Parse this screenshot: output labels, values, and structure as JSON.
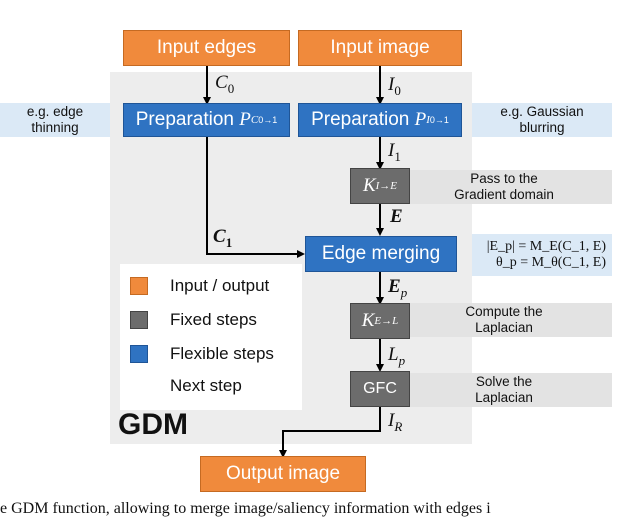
{
  "boxes": {
    "input_edges": "Input edges",
    "input_image": "Input image",
    "prep_edges": "Preparation",
    "prep_edges_symbol": "P",
    "prep_edges_sub": "C",
    "prep_edges_sub2": "0→1",
    "prep_image": "Preparation",
    "prep_image_symbol": "P",
    "prep_image_sub": "I",
    "prep_image_sub2": "0→1",
    "k_ie": "K",
    "k_ie_sub": "I→E",
    "edge_merging": "Edge merging",
    "k_el": "K",
    "k_el_sub": "E→L",
    "gfc": "GFC",
    "output_image": "Output image"
  },
  "labels": {
    "c0": "C",
    "c0_sub": "0",
    "i0": "I",
    "i0_sub": "0",
    "i1": "I",
    "i1_sub": "1",
    "e": "E",
    "c1": "C",
    "c1_sub": "1",
    "ep": "E",
    "ep_sub": "p",
    "lp": "L",
    "lp_sub": "p",
    "ir": "I",
    "ir_sub": "R"
  },
  "notes": {
    "edge_thinning": "e.g. edge thinning",
    "gaussian": "e.g. Gaussian blurring",
    "gradient": "Pass to the Gradient domain",
    "merge_formula_1": "|E_p| = M_E(C_1, E)",
    "merge_formula_2": "θ_p = M_θ(C_1, E)",
    "laplacian": "Compute the Laplacian",
    "solve": "Solve the Laplacian"
  },
  "legend": {
    "io": "Input / output",
    "fixed": "Fixed steps",
    "flexible": "Flexible steps",
    "next": "Next step"
  },
  "title": "GDM",
  "caption": "e GDM function, allowing to merge image/saliency information with edges i",
  "colors": {
    "orange": "#f08a3c",
    "blue": "#2f73c2",
    "gray": "#6c6c6c",
    "panel": "#ededed",
    "note_blue": "#dbe9f6",
    "note_gray": "#e3e3e3"
  }
}
